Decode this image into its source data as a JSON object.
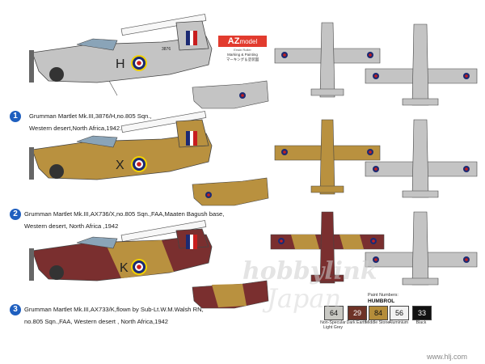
{
  "logo": {
    "az": "AZ",
    "model": "model",
    "maker": "Erwin Roller",
    "marking": "Marking & Painting",
    "jp": "マーキング＆塗装図"
  },
  "profiles": [
    {
      "number": "1",
      "line1": "Grumman Martlet Mk.III,3876/H,no.805 Sqn.,",
      "line2": "Western desert,North  Africa,1942.",
      "code": "H",
      "serial": "3876"
    },
    {
      "number": "2",
      "line1": "Grumman Martlet Mk.III,AX736/X,no.805 Sqn.,FAA,Maaten Bagush base,",
      "line2": "Western desert, North Africa ,1942",
      "code": "X",
      "serial": "AX736"
    },
    {
      "number": "3",
      "line1": "Grumman Martlet Mk.III,AX733/K,flown by Sub-Lt.W.M.Walsh RN,",
      "line2": "no.805 Sqn.,FAA, Western desert , North Africa,1942",
      "code": "K",
      "serial": "AX733"
    }
  ],
  "paint": {
    "title": "Paint Numbers:",
    "brand": "HUMBROL"
  },
  "swatches": [
    {
      "code": "64",
      "name": "Non-Specular Light Grey",
      "color": "#c9c9c4",
      "text": "#111111"
    },
    {
      "code": "29",
      "name": "Dark Earth",
      "color": "#6e3327",
      "text": "#ffffff"
    },
    {
      "code": "84",
      "name": "Middle Stone",
      "color": "#b58d3a",
      "text": "#111111"
    },
    {
      "code": "56",
      "name": "Aluminium",
      "color": "#f2f2f2",
      "text": "#111111"
    },
    {
      "code": "33",
      "name": "Black",
      "color": "#111111",
      "text": "#ffffff"
    }
  ],
  "watermark": {
    "main": "hobbylink",
    "sub": "Japan",
    "url": "www.hlj.com"
  },
  "colors": {
    "grey": "#bdbdbd",
    "stone": "#b9913f",
    "earth": "#7a2f2f",
    "badge": "#1f5fbf",
    "roundel_blue": "#1c2a73",
    "roundel_red": "#c81e1e"
  }
}
